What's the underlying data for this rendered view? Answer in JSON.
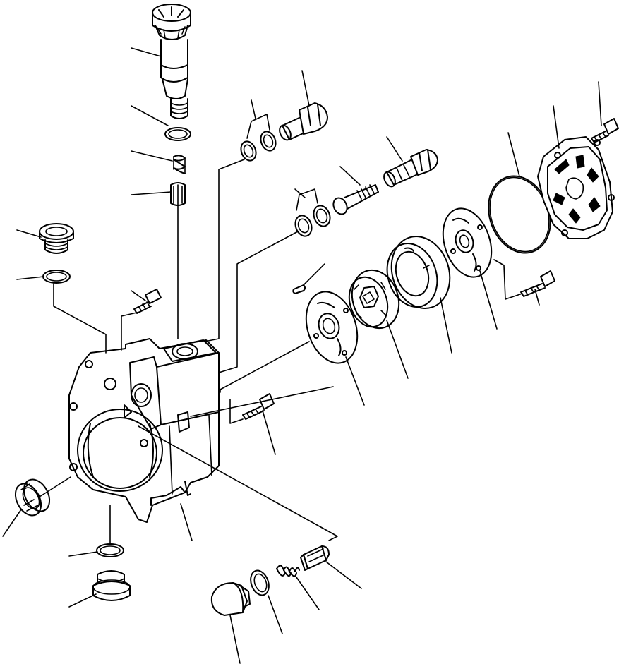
{
  "diagram": {
    "type": "exploded-parts-view",
    "background": "#ffffff",
    "line_color": "#000000",
    "leader_count": 28,
    "parts": [
      "filter-cap",
      "o-ring",
      "spring",
      "plunger",
      "plug",
      "o-ring",
      "bolt",
      "pump-housing",
      "oil-seal",
      "o-ring",
      "plug",
      "plug",
      "o-ring",
      "spring",
      "valve",
      "o-ring",
      "o-ring",
      "union-bolt",
      "o-ring",
      "o-ring",
      "relief-valve",
      "plug",
      "pin",
      "side-plate",
      "gear-rotor",
      "ring",
      "side-plate",
      "gasket",
      "cover",
      "bolt",
      "bolt"
    ]
  }
}
